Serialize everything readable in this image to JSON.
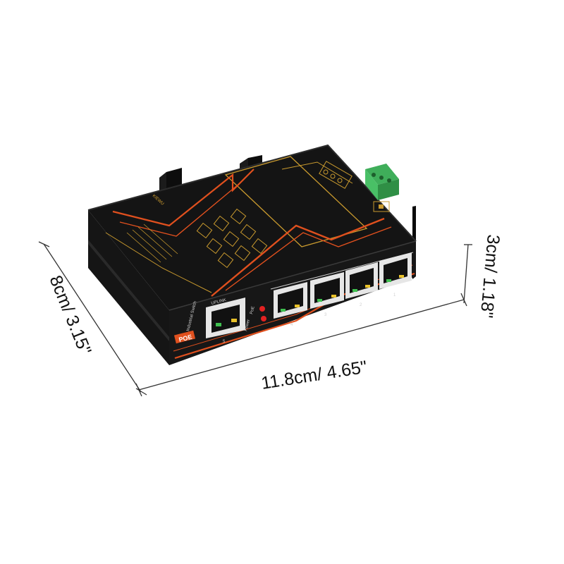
{
  "dimensions": {
    "depth": "8cm/ 3.15\"",
    "width": "11.8cm/ 4.65\"",
    "height": "3cm/ 1.18\""
  },
  "device": {
    "brand": "KIEWU",
    "badge": "POE",
    "uplink_label": "UPLINK",
    "power_label": "Power",
    "poe_label": "PoE",
    "port_numbers": [
      "1",
      "2",
      "3",
      "4",
      "5"
    ],
    "model_line": "Industrial Switch"
  },
  "colors": {
    "body": "#141414",
    "accent_orange": "#e0501e",
    "accent_gold": "#c99a2e",
    "terminal_green": "#3fae5a",
    "led_red": "#e32222"
  }
}
